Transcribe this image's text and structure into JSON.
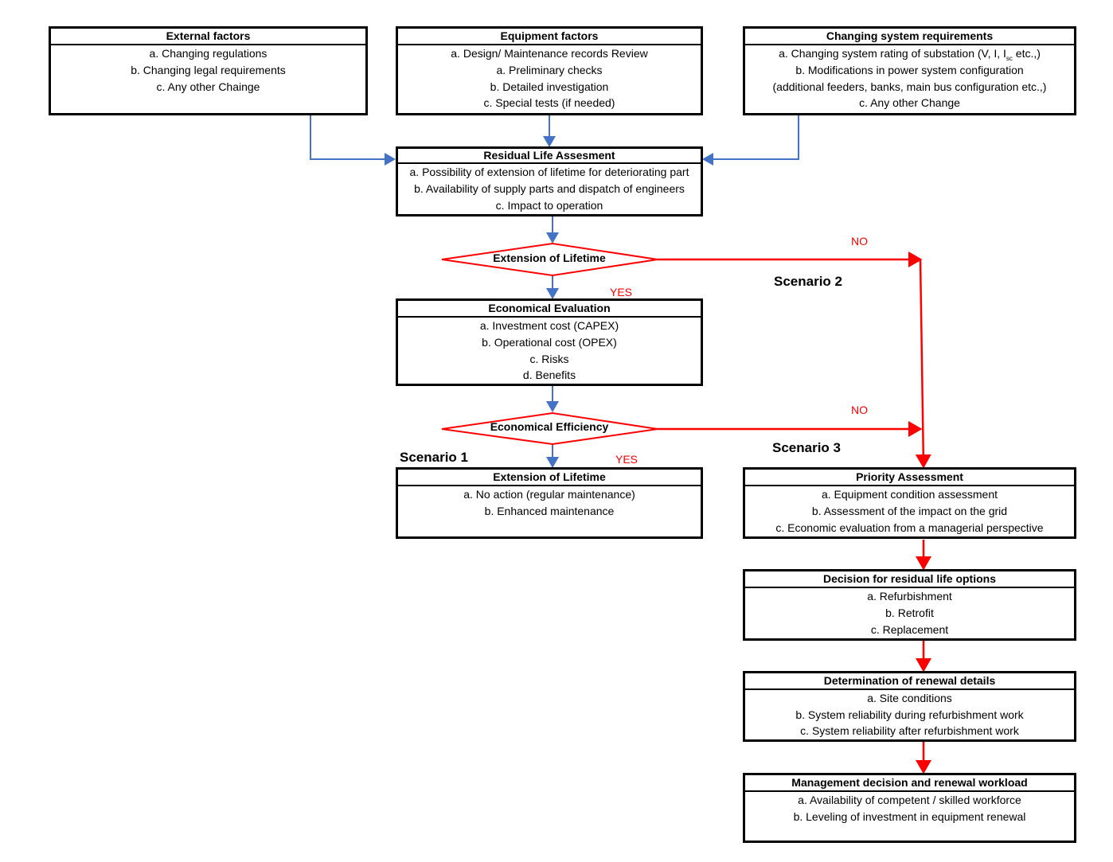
{
  "colors": {
    "blue": "#4472c4",
    "red": "#ff0000",
    "border": "#000000"
  },
  "boxes": {
    "external": {
      "title": "External factors",
      "items": [
        "a. Changing regulations",
        "b. Changing legal requirements",
        "c. Any other Chainge"
      ]
    },
    "equipment": {
      "title": "Equipment factors",
      "items": [
        "a. Design/ Maintenance records Review",
        "a. Preliminary checks",
        "b. Detailed investigation",
        "c. Special tests (if needed)"
      ]
    },
    "changing": {
      "title": "Changing system requirements",
      "item1_prefix": "a. Changing system rating of substation (V, I, I",
      "item1_sub": "sc",
      "item1_suffix": " etc.,)",
      "items": [
        "b. Modifications in power system configuration",
        "(additional feeders, banks, main bus configuration etc.,)",
        "c. Any other Change"
      ]
    },
    "residual": {
      "title": "Residual Life Assesment",
      "items": [
        "a. Possibility of extension of lifetime for deteriorating part",
        "b. Availability of supply parts and dispatch of engineers",
        "c. Impact to operation"
      ]
    },
    "economical": {
      "title": "Economical Evaluation",
      "items": [
        "a. Investment cost (CAPEX)",
        "b. Operational cost (OPEX)",
        "c. Risks",
        "d. Benefits"
      ]
    },
    "extension": {
      "title": "Extension of Lifetime",
      "items": [
        "a. No action (regular maintenance)",
        "b. Enhanced maintenance"
      ]
    },
    "priority": {
      "title": "Priority Assessment",
      "items": [
        "a. Equipment condition assessment",
        "b. Assessment of the impact on the grid",
        "c. Economic evaluation from a managerial perspective"
      ]
    },
    "decision": {
      "title": "Decision for residual life options",
      "items": [
        "a. Refurbishment",
        "b. Retrofit",
        "c. Replacement"
      ]
    },
    "determination": {
      "title": "Determination of renewal details",
      "items": [
        "a. Site conditions",
        "b. System reliability during refurbishment work",
        "c. System reliability after refurbishment work"
      ]
    },
    "management": {
      "title": "Management decision and renewal workload",
      "items": [
        "a. Availability of competent / skilled workforce",
        "b. Leveling of investment in equipment renewal"
      ]
    }
  },
  "diamonds": {
    "lifetime": "Extension of Lifetime",
    "efficiency": "Economical Efficiency"
  },
  "labels": {
    "no1": "NO",
    "yes1": "YES",
    "no2": "NO",
    "yes2": "YES",
    "scenario1": "Scenario 1",
    "scenario2": "Scenario 2",
    "scenario3": "Scenario 3"
  }
}
